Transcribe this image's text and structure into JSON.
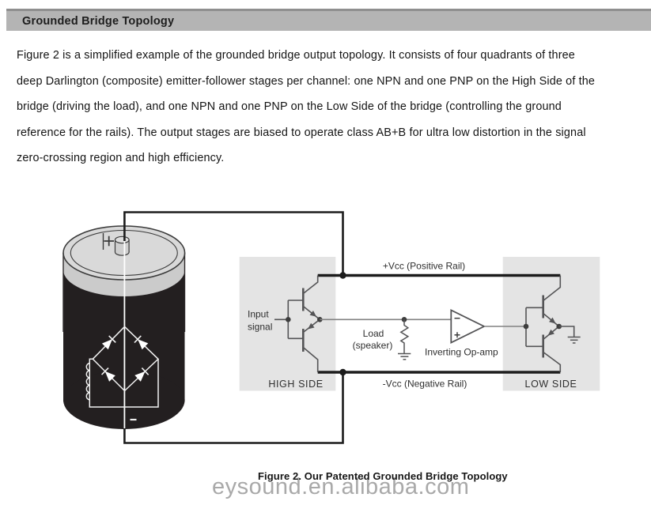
{
  "header": {
    "title": "Grounded Bridge Topology"
  },
  "paragraph": {
    "lines": [
      "Figure 2 is a simplified example of the grounded bridge output topology. It consists of four quadrants of three",
      "deep Darlington (composite) emitter-follower stages per channel: one NPN and one PNP on the High Side of the",
      "bridge (driving the load), and one NPN and one PNP on the Low Side of the bridge (controlling the ground",
      "reference for the rails). The output stages are biased to operate class AB+B for ultra low distortion in the signal",
      "zero-crossing region and high efficiency."
    ]
  },
  "figure": {
    "caption": "Figure 2. Our Patented Grounded Bridge Topology",
    "watermark": "eysound.en.alibaba.com",
    "labels": {
      "positive_rail": "+Vcc (Positive Rail)",
      "negative_rail": "-Vcc (Negative Rail)",
      "input_1": "Input",
      "input_2": "signal",
      "load_1": "Load",
      "load_2": "(speaker)",
      "opamp": "Inverting Op-amp",
      "high_side": "HIGH SIDE",
      "low_side": "LOW SIDE"
    },
    "icons": {
      "battery_positive_mark": "+",
      "battery_negative_mark": "-",
      "opamp_inverting_input": "-",
      "opamp_noninverting_input": "+",
      "ground_symbols": "earth-ground",
      "bridge_diodes": "4 diodes in diamond bridge"
    },
    "colors": {
      "block_bg": "#e4e4e4",
      "rail": "#1c1c1c",
      "signal_line": "#818181",
      "symbol": "#545456",
      "battery_body": "#231f20",
      "battery_cap_top": "#d9d9d9",
      "battery_cap_band": "#cbcbcb",
      "bridge_line": "#f2f2f2"
    }
  }
}
